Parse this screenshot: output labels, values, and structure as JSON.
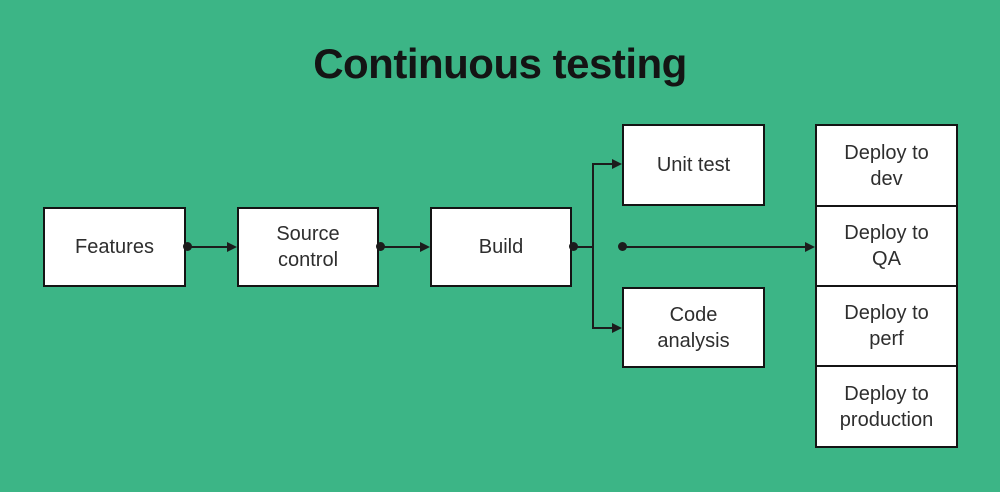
{
  "title": "Continuous testing",
  "colors": {
    "background": "#3cb586",
    "node_fill": "#ffffff",
    "node_border": "#141414",
    "connector": "#1c1c1c",
    "node_text": "#2e2e2e",
    "title_text": "#141414"
  },
  "nodes": {
    "features": {
      "label": "Features"
    },
    "source_control": {
      "label": "Source control"
    },
    "build": {
      "label": "Build"
    },
    "unit_test": {
      "label": "Unit test"
    },
    "code_analysis": {
      "label": "Code analysis"
    },
    "deploy_dev": {
      "label": "Deploy to dev"
    },
    "deploy_qa": {
      "label": "Deploy to QA"
    },
    "deploy_perf": {
      "label": "Deploy to perf"
    },
    "deploy_production": {
      "label": "Deploy to production"
    }
  },
  "edges": [
    {
      "from": "Features",
      "to": "Source control"
    },
    {
      "from": "Source control",
      "to": "Build"
    },
    {
      "from": "Build",
      "to": "Unit test"
    },
    {
      "from": "Build",
      "to": "Code analysis"
    },
    {
      "from": "Build",
      "to": "Deploy to QA"
    }
  ]
}
